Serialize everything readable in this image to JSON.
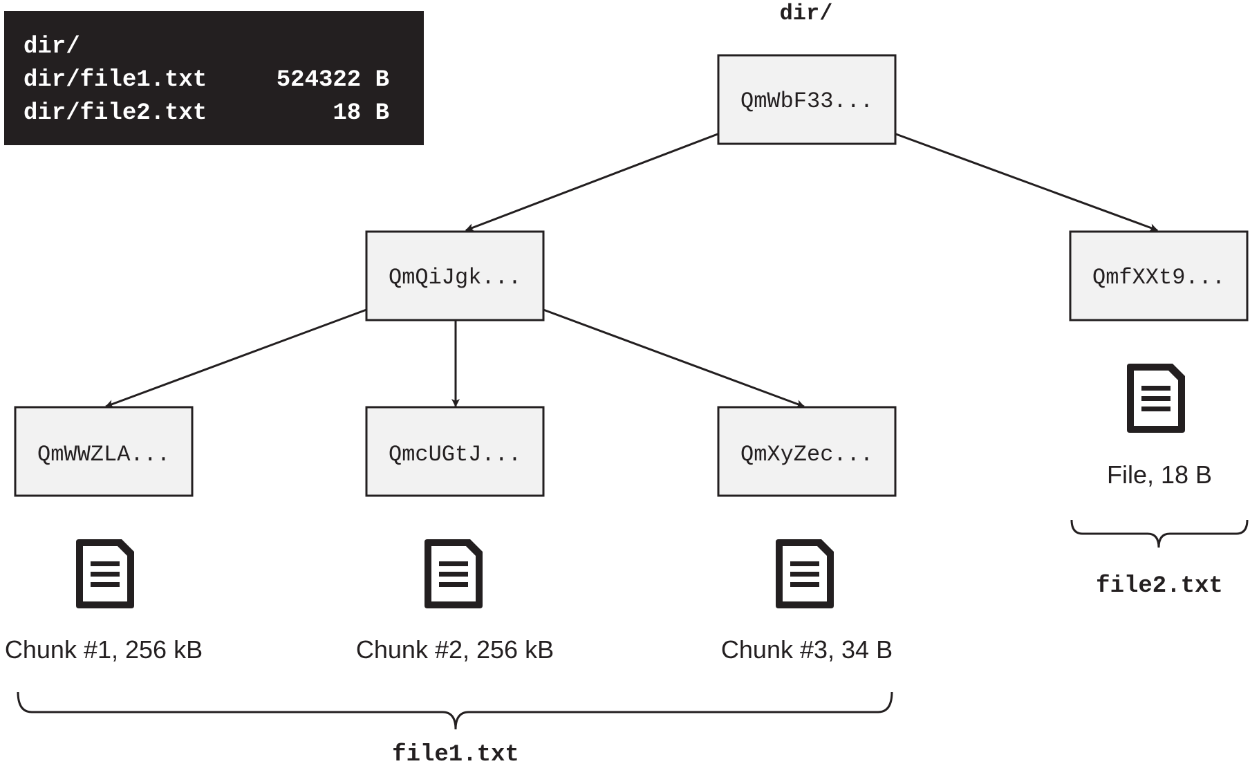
{
  "listing": {
    "lines": [
      {
        "path": "dir/",
        "size": ""
      },
      {
        "path": "dir/file1.txt",
        "size": "524322 B"
      },
      {
        "path": "dir/file2.txt",
        "size": "18 B"
      }
    ]
  },
  "tree": {
    "root": {
      "label": "dir/",
      "hash": "QmWbF33..."
    },
    "file1_node": {
      "hash": "QmQiJgk..."
    },
    "file2_node": {
      "hash": "QmfXXt9..."
    },
    "chunk_nodes": [
      {
        "hash": "QmWWZLA...",
        "caption": "Chunk #1, 256 kB"
      },
      {
        "hash": "QmcUGtJ...",
        "caption": "Chunk #2, 256 kB"
      },
      {
        "hash": "QmXyZec...",
        "caption": "Chunk #3, 34 B"
      }
    ],
    "file2_caption": "File, 18 B",
    "file1_brace_label": "file1.txt",
    "file2_brace_label": "file2.txt"
  },
  "colors": {
    "listing_bg": "#231f20",
    "listing_text": "#ffffff",
    "node_fill": "#f2f2f2",
    "stroke": "#231f20"
  },
  "icons": {
    "document": "document-icon",
    "arrow": "arrow-icon",
    "brace": "curly-brace-icon"
  }
}
